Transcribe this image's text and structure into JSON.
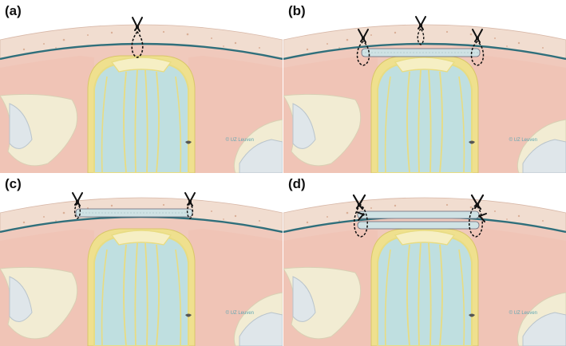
{
  "panels": [
    {
      "label": "(a)",
      "credit": "© UZ Leuven",
      "repair": "suture"
    },
    {
      "label": "(b)",
      "credit": "© UZ Leuven",
      "repair": "underlay-patch"
    },
    {
      "label": "(c)",
      "credit": "© UZ Leuven",
      "repair": "onlay-patch"
    },
    {
      "label": "(d)",
      "credit": "© UZ Leuven",
      "repair": "sandwich-patch"
    }
  ],
  "colors": {
    "skin": "#f1ddd0",
    "muscle": "#f0c9bc",
    "bone": "#f2ecd3",
    "cord": "#bfdfe0",
    "nerve": "#e8dc82",
    "patch": "#cfe2e4",
    "membrane": "#2f6f7b"
  },
  "icons": [
    "suture-knot-icon"
  ]
}
